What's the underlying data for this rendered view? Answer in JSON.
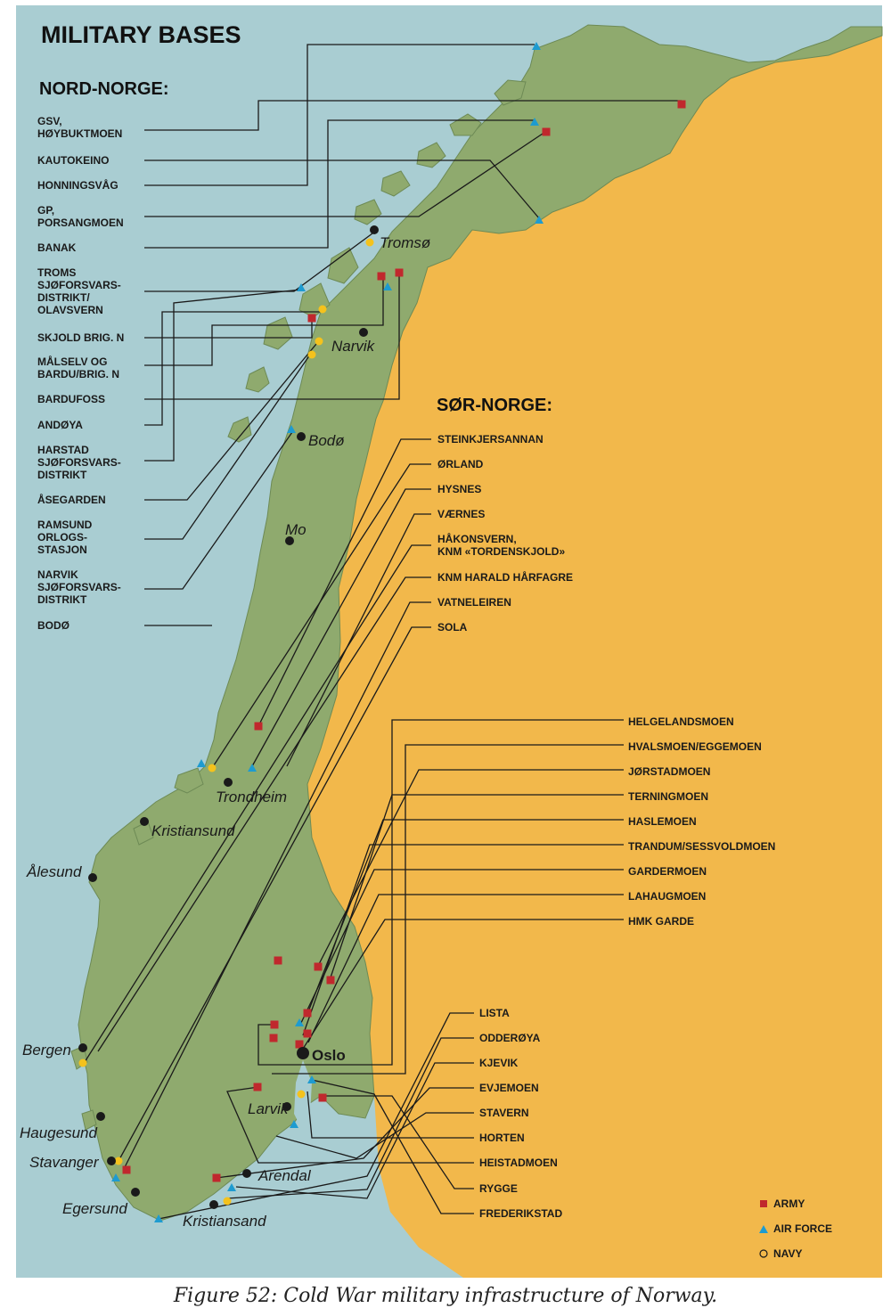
{
  "title": "MILITARY BASES",
  "nord_heading": "NORD-NORGE:",
  "sor_heading": "SØR-NORGE:",
  "nord_labels": [
    [
      "GSV,",
      "HØYBUKTMOEN"
    ],
    [
      "KAUTOKEINO"
    ],
    [
      "HONNINGSVÅG"
    ],
    [
      "GP,",
      "PORSANGMOEN"
    ],
    [
      "BANAK"
    ],
    [
      "TROMS",
      "SJØFORSVARS-",
      "DISTRIKT/",
      "OLAVSVERN"
    ],
    [
      "SKJOLD BRIG. N"
    ],
    [
      "MÅLSELV OG",
      "BARDU/BRIG. N"
    ],
    [
      "BARDUFOSS"
    ],
    [
      "ANDØYA"
    ],
    [
      "HARSTAD",
      "SJØFORSVARS-",
      "DISTRIKT"
    ],
    [
      "ÅSEGARDEN"
    ],
    [
      "RAMSUND",
      "ORLOGS-",
      "STASJON"
    ],
    [
      "NARVIK",
      "SJØFORSVARS-",
      "DISTRIKT"
    ],
    [
      "BODØ"
    ]
  ],
  "sor_labels_1": [
    [
      "STEINKJERSANNAN"
    ],
    [
      "ØRLAND"
    ],
    [
      "HYSNES"
    ],
    [
      "VÆRNES"
    ],
    [
      "HÅKONSVERN,",
      "KNM «TORDENSKJOLD»"
    ],
    [
      "KNM HARALD HÅRFAGRE"
    ],
    [
      "VATNELEIREN"
    ],
    [
      "SOLA"
    ]
  ],
  "sor_labels_2": [
    "HELGELANDSMOEN",
    "HVALSMOEN/EGGEMOEN",
    "JØRSTADMOEN",
    "TERNINGMOEN",
    "HASLEMOEN",
    "TRANDUM/SESSVOLDMOEN",
    "GARDERMOEN",
    "LAHAUGMOEN",
    "HMK GARDE"
  ],
  "sor_labels_3": [
    "LISTA",
    "ODDERØYA",
    "KJEVIK",
    "EVJEMOEN",
    "STAVERN",
    "HORTEN",
    "HEISTADMOEN",
    "RYGGE",
    "FREDERIKSTAD"
  ],
  "cities": [
    "Tromsø",
    "Narvik",
    "Bodø",
    "Mo",
    "Trondheim",
    "Kristiansund",
    "Ålesund",
    "Bergen",
    "Oslo",
    "Larvik",
    "Haugesund",
    "Stavanger",
    "Arendal",
    "Egersund",
    "Kristiansand"
  ],
  "legend": {
    "army": "ARMY",
    "air_force": "AIR FORCE",
    "navy": "NAVY"
  },
  "caption": "Figure 52:  Cold War military infrastructure of Norway.",
  "colors": {
    "sea": "#a9cdd2",
    "land": "#8faa6e",
    "sweden": "#f2b84b",
    "shadow": "#6f7a78",
    "army": "#c0282d",
    "air_force": "#1e9bd0",
    "navy": "#f4c21d",
    "city": "#1a1a1a"
  }
}
